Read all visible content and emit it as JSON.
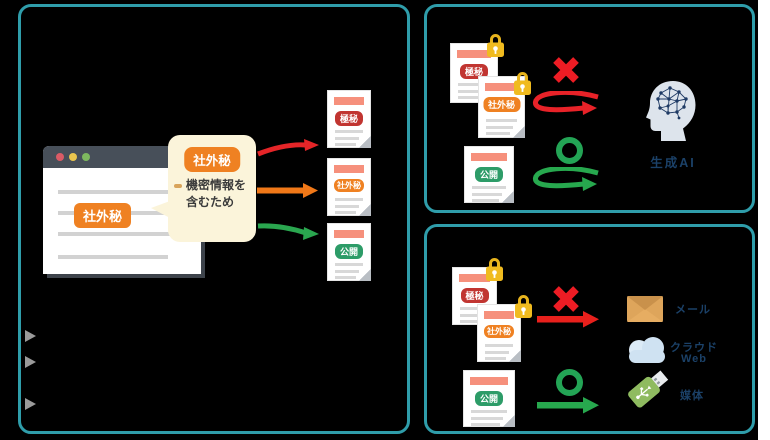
{
  "colors": {
    "panel_border": "#2f9daa",
    "background": "#000000",
    "blocked_red": "#ed1c24",
    "allowed_green": "#23a455",
    "navy_label": "#1b4168",
    "top_secret_red": "#c13531",
    "confidential_orange": "#ef8122",
    "public_green": "#2d9c68",
    "lock_gold": "#f0bb1f",
    "tooltip_cream": "#fbf4da"
  },
  "labels": {
    "top_secret": "極秘",
    "confidential": "社外秘",
    "public": "公開"
  },
  "left_panel": {
    "browser_doc_label": "社外秘",
    "tooltip": {
      "pill": "社外秘",
      "reason_line1": "機密情報を",
      "reason_line2": "含むため"
    },
    "bullet_icon": "arrow-bullet-icon",
    "bullet_count": 3
  },
  "ai_panel": {
    "target_label": "生成AI",
    "target_icon": "brain-head-icon",
    "blocked_icon": "cross-icon",
    "allowed_icon": "circle-icon"
  },
  "export_panel": {
    "blocked_icon": "cross-icon",
    "allowed_icon": "circle-icon",
    "targets": [
      {
        "icon": "mail-icon",
        "label": "メール"
      },
      {
        "icon": "cloud-icon",
        "label": "クラウド",
        "label2": "Web"
      },
      {
        "icon": "usb-icon",
        "label": "媒体"
      }
    ]
  }
}
